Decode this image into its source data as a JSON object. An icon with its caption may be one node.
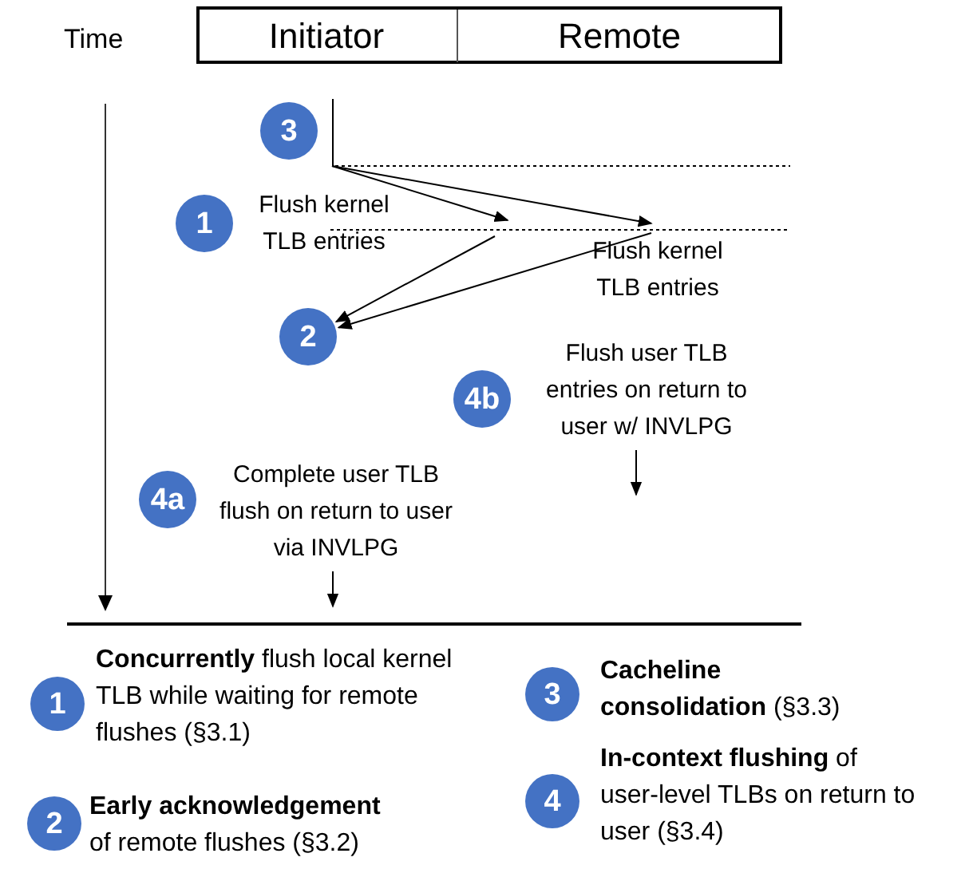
{
  "diagram": {
    "nodes": [
      {
        "text": [
          "Initiator"
        ]
      },
      {
        "text": [
          "Remote"
        ]
      },
      {
        "text": [
          "3"
        ]
      },
      {
        "text": [
          "1"
        ]
      },
      {
        "text": [
          "Flush kernel TLB entries"
        ]
      },
      {
        "text": [
          "Flush kernel TLB entries"
        ]
      },
      {
        "text": [
          "2"
        ]
      },
      {
        "text": [
          "4b"
        ]
      },
      {
        "text": [
          "Flush user TLB entries on return to user w/ INVLPG"
        ]
      },
      {
        "text": [
          "4a"
        ]
      },
      {
        "text": [
          "Complete user TLB flush on return to user via INVLPG"
        ]
      },
      {
        "text": [
          "1"
        ],
        "beside": [
          "**Concurrently** flush local kernel TLB while waiting for remote flushes (§3.1)"
        ]
      },
      {
        "text": [
          "2"
        ],
        "beside": [
          "**Early acknowledgement** of remote flushes (§3.2)"
        ]
      },
      {
        "text": [
          "3"
        ],
        "beside": [
          "**Cacheline consolidation** (§3.3)"
        ]
      },
      {
        "text": [
          "4"
        ],
        "beside": [
          "**In-context flushing** of user-level TLBs on return to user (§3.4)"
        ]
      },
      {
        "text": [],
        "shape": "bar"
      }
    ],
    "edges": [
      {
        "from": 15,
        "to": null,
        "arrow": "to"
      },
      {
        "from": 15,
        "to": 5,
        "arrow": "to"
      },
      {
        "from": null,
        "to": 6,
        "arrow": "to"
      },
      {
        "from": 5,
        "to": 6,
        "arrow": "to"
      },
      {
        "from": 8,
        "to": null,
        "arrow": "to"
      },
      {
        "from": 10,
        "to": null,
        "arrow": "to"
      }
    ],
    "labels": [
      "Time"
    ]
  }
}
